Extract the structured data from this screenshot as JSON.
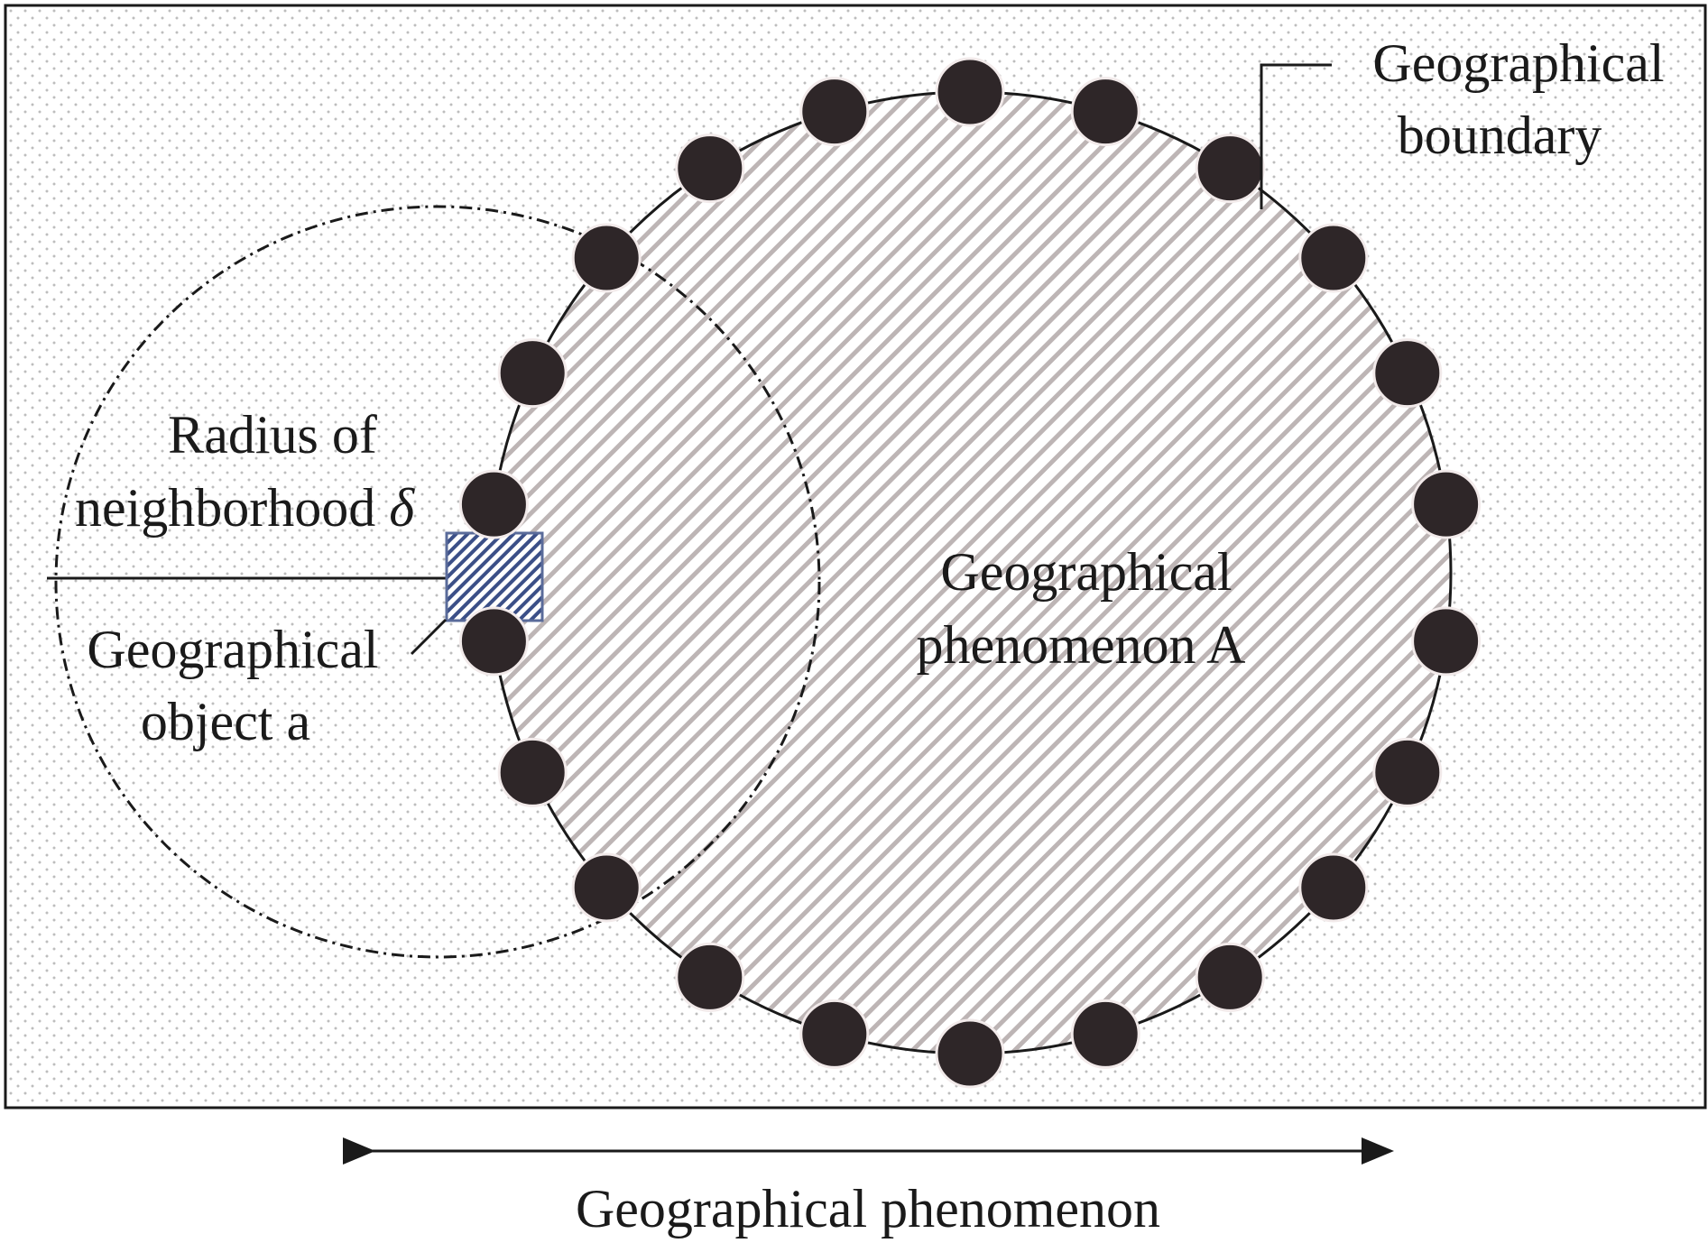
{
  "labels": {
    "boundary_line1": "Geographical",
    "boundary_line2": "boundary",
    "radius_line1": "Radius of",
    "radius_line2": "neighborhood",
    "radius_symbol": "δ",
    "object_line1": "Geographical",
    "object_line2": "object a",
    "phenomenon_a_line1": "Geographical",
    "phenomenon_a_line2": "phenomenon A",
    "phenomenon_extent": "Geographical phenomenon"
  },
  "boundary_points_count": 22,
  "colors": {
    "background_dots": "#b8b8b8",
    "hatch": "#bdb5b5",
    "boundary_point": "#2e2628",
    "object_fill": "#3b4f87",
    "object_stroke": "#5a6b9a",
    "line": "#1a1a1a"
  }
}
